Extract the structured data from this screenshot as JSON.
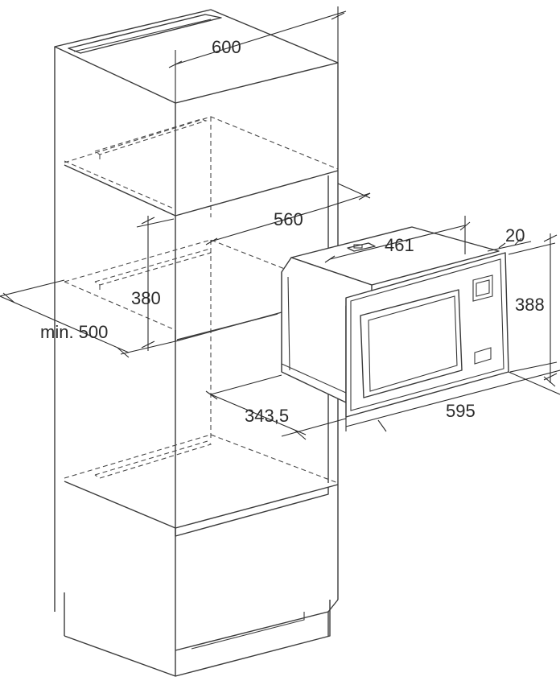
{
  "dimensions": {
    "width_top": "600",
    "depth_shelf": "560",
    "niche_height": "380",
    "min_depth": "min. 500",
    "width_microwave": "461",
    "door_thickness": "20",
    "height_front": "388",
    "depth_side": "343,5",
    "width_front": "595"
  }
}
